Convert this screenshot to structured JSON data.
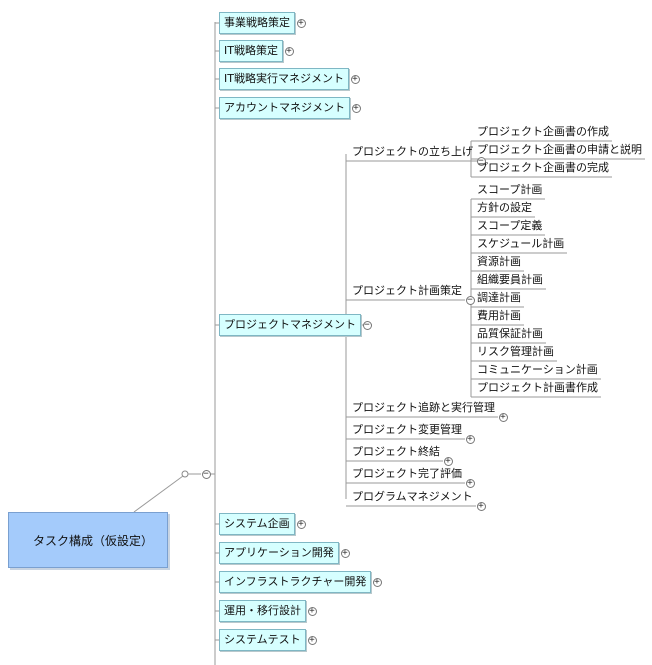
{
  "root": {
    "label": "タスク構成（仮設定）"
  },
  "level1": [
    {
      "label": "事業戦略策定",
      "toggle": "+"
    },
    {
      "label": "IT戦略策定",
      "toggle": "+"
    },
    {
      "label": "IT戦略実行マネジメント",
      "toggle": "+"
    },
    {
      "label": "アカウントマネジメント",
      "toggle": "+"
    },
    {
      "label": "プロジェクトマネジメント",
      "toggle": "−"
    },
    {
      "label": "システム企画",
      "toggle": "+"
    },
    {
      "label": "アプリケーション開発",
      "toggle": "+"
    },
    {
      "label": "インフラストラクチャー開発",
      "toggle": "+"
    },
    {
      "label": "運用・移行設計",
      "toggle": "+"
    },
    {
      "label": "システムテスト",
      "toggle": "+"
    }
  ],
  "pm_children": [
    {
      "label": "プロジェクトの立ち上げ",
      "toggle": "−"
    },
    {
      "label": "プロジェクト計画策定",
      "toggle": "−"
    },
    {
      "label": "プロジェクト追跡と実行管理",
      "toggle": "+"
    },
    {
      "label": "プロジェクト変更管理",
      "toggle": "+"
    },
    {
      "label": "プロジェクト終結",
      "toggle": "+"
    },
    {
      "label": "プロジェクト完了評価",
      "toggle": "+"
    },
    {
      "label": "プログラムマネジメント",
      "toggle": "+"
    }
  ],
  "launch_children": [
    "プロジェクト企画書の作成",
    "プロジェクト企画書の申請と説明",
    "プロジェクト企画書の完成"
  ],
  "plan_children": [
    "スコープ計画",
    "方針の設定",
    "スコープ定義",
    "スケジュール計画",
    "資源計画",
    "組織要員計画",
    "調達計画",
    "費用計画",
    "品質保証計画",
    "リスク管理計画",
    "コミュニケーション計画",
    "プロジェクト計画書作成"
  ],
  "root_toggle": "−"
}
